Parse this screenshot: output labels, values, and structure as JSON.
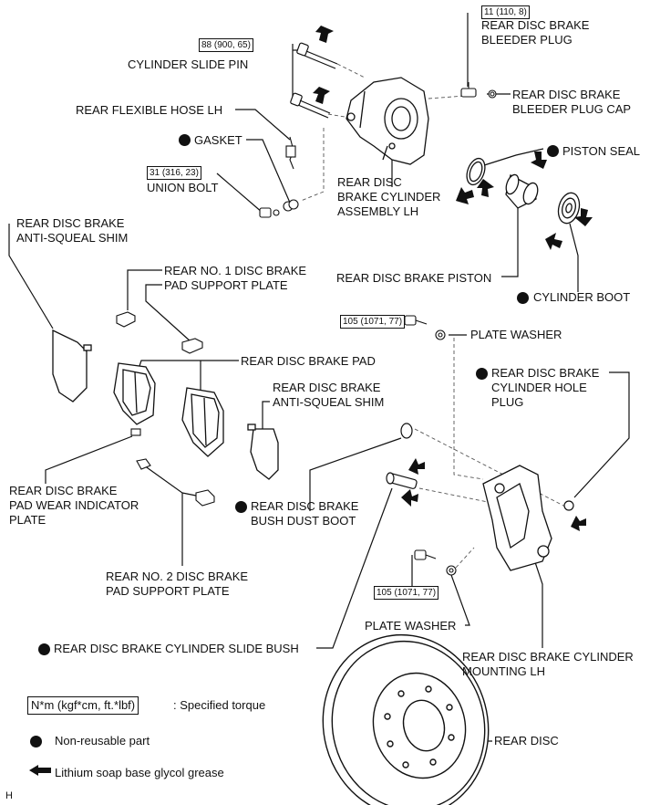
{
  "labels": {
    "bleeder_torque": "11 (110, 8)",
    "bleeder_plug": "REAR DISC BRAKE\nBLEEDER PLUG",
    "slide_pin_torque": "88 (900, 65)",
    "slide_pin": "CYLINDER SLIDE PIN",
    "bleeder_cap": "REAR DISC BRAKE\nBLEEDER PLUG CAP",
    "flex_hose": "REAR FLEXIBLE HOSE LH",
    "gasket": "GASKET",
    "piston_seal": "PISTON SEAL",
    "union_torque": "31 (316, 23)",
    "union_bolt": "UNION BOLT",
    "cyl_assembly": "REAR DISC\nBRAKE CYLINDER\nASSEMBLY LH",
    "shim_top": "REAR DISC BRAKE\nANTI-SQUEAL SHIM",
    "piston": "REAR DISC BRAKE PISTON",
    "cyl_boot": "CYLINDER BOOT",
    "pad_support_1": "REAR NO. 1 DISC BRAKE\nPAD SUPPORT PLATE",
    "washer_torque_1": "105 (1071, 77)",
    "plate_washer_1": "PLATE WASHER",
    "pad": "REAR DISC BRAKE PAD",
    "hole_plug": "REAR DISC BRAKE\nCYLINDER HOLE\nPLUG",
    "shim_mid": "REAR DISC BRAKE\nANTI-SQUEAL SHIM",
    "wear_plate": "REAR DISC BRAKE\nPAD WEAR INDICATOR\nPLATE",
    "dust_boot": "REAR DISC BRAKE\nBUSH DUST BOOT",
    "pad_support_2": "REAR NO. 2 DISC BRAKE\nPAD SUPPORT PLATE",
    "washer_torque_2": "105 (1071, 77)",
    "plate_washer_2": "PLATE WASHER",
    "slide_bush": "REAR DISC BRAKE CYLINDER SLIDE BUSH",
    "mounting": "REAR DISC BRAKE CYLINDER\nMOUNTING LH",
    "rear_disc": "REAR DISC"
  },
  "legend": {
    "torque_box": "N*m (kgf*cm, ft.*lbf)",
    "torque_text": ": Specified torque",
    "nonreusable": "Non-reusable part",
    "grease": "Lithium soap base glycol grease"
  },
  "footer": {
    "code": "H"
  }
}
